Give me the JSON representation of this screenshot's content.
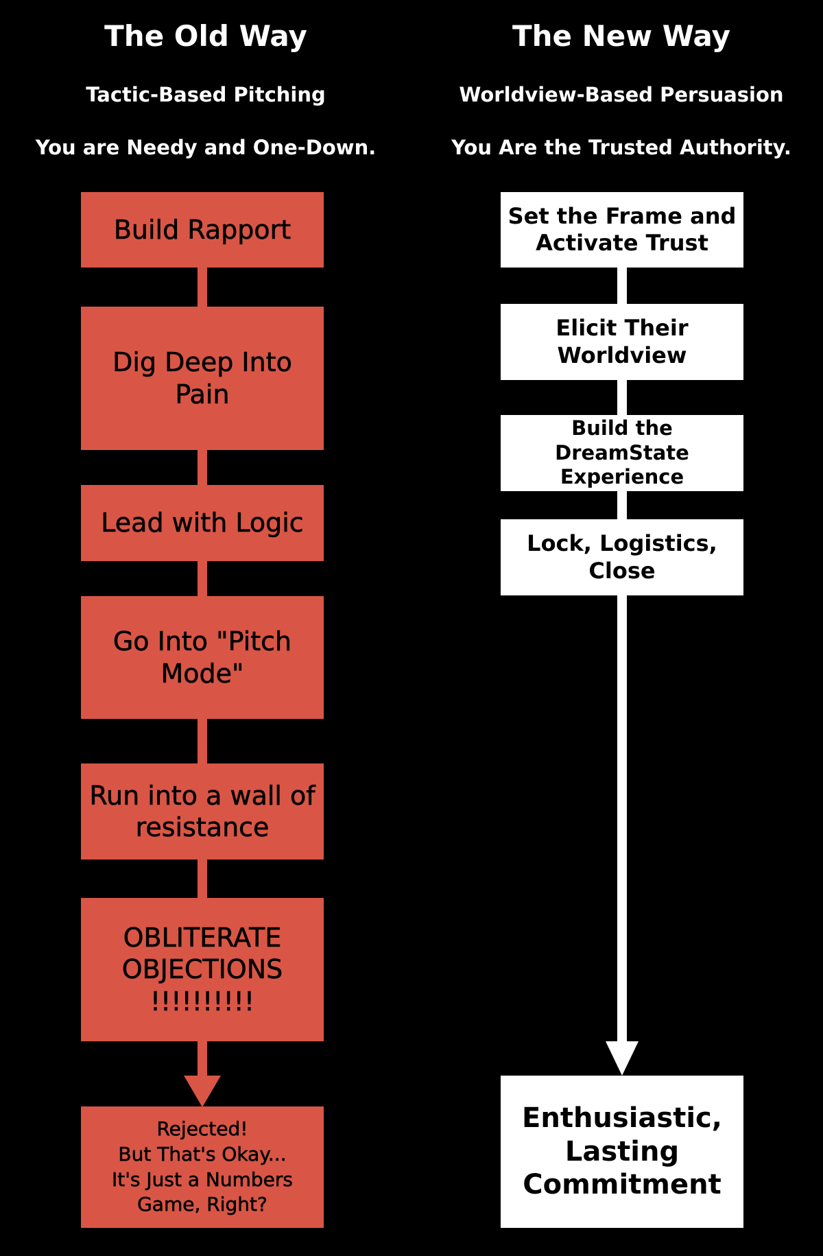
{
  "colors": {
    "background": "#000000",
    "old_box": "#d95646",
    "new_box": "#ffffff",
    "text_dark": "#000000",
    "text_light": "#ffffff"
  },
  "old_way": {
    "title": "The Old Way",
    "subtitle": "Tactic-Based Pitching",
    "tagline": "You are Needy and One-Down.",
    "steps": [
      "Build Rapport",
      "Dig Deep Into\nPain",
      "Lead with Logic",
      "Go Into \"Pitch\nMode\"",
      "Run into a wall of\nresistance",
      "OBLITERATE\nOBJECTIONS\n!!!!!!!!!!"
    ],
    "outcome": "Rejected!\nBut That's Okay...\nIt's Just a Numbers\nGame, Right?"
  },
  "new_way": {
    "title": "The New Way",
    "subtitle": "Worldview-Based Persuasion",
    "tagline": "You Are the Trusted Authority.",
    "steps": [
      "Set the Frame and\nActivate Trust",
      "Elicit Their\nWorldview",
      "Build the DreamState\nExperience",
      "Lock, Logistics,\nClose"
    ],
    "outcome": "Enthusiastic,\nLasting\nCommitment"
  }
}
